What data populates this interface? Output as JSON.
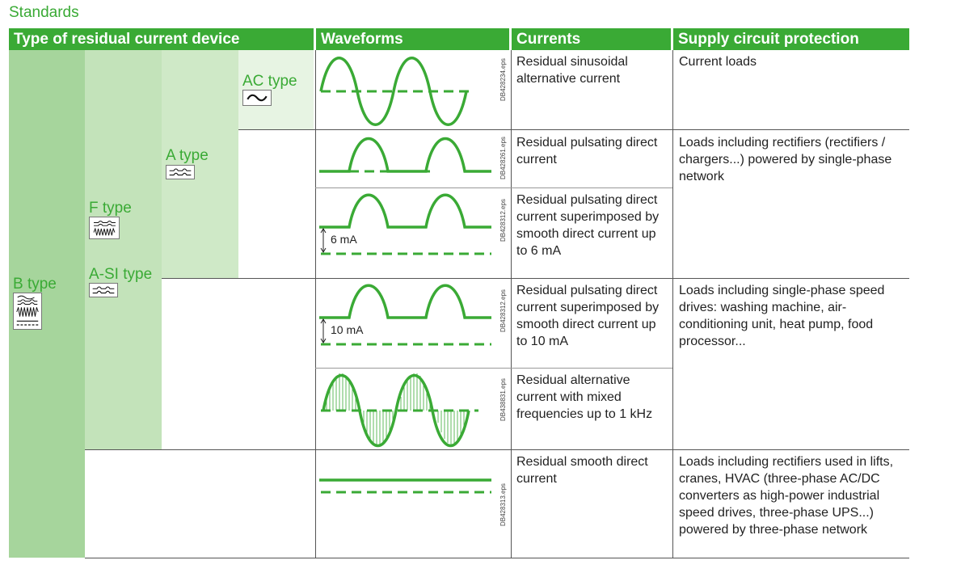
{
  "title": "Standards",
  "headers": {
    "device": "Type of residual current device",
    "waveforms": "Waveforms",
    "currents": "Currents",
    "protection": "Supply circuit protection"
  },
  "types": {
    "ac": "AC type",
    "a": "A type",
    "f": "F type",
    "asi": "A-SI type",
    "b": "B type"
  },
  "rows": [
    {
      "current": "Residual sinusoidal alternative current",
      "eps": "DB428234.eps"
    },
    {
      "current": "Residual pulsating direct current",
      "eps": "DB428261.eps"
    },
    {
      "current": "Residual pulsating direct current superimposed by smooth direct current up to 6 mA",
      "eps": "DB428312.eps",
      "marker": "6 mA"
    },
    {
      "current": "Residual pulsating direct current superimposed by smooth direct current up to 10 mA",
      "eps": "DB428312.eps",
      "marker": "10 mA"
    },
    {
      "current": "Residual alternative current with mixed frequencies up to 1 kHz",
      "eps": "DB438831.eps"
    },
    {
      "current": "Residual smooth direct current",
      "eps": "DB428313.eps"
    }
  ],
  "protection": {
    "p1": "Current loads",
    "p2": "Loads including rectifiers (rectifiers / chargers...) powered by single-phase network",
    "p3": "Loads including single-phase speed drives: washing machine, air-conditioning unit, heat pump, food processor...",
    "p4": "Loads including rectifiers used in lifts, cranes, HVAC (three-phase AC/DC converters as high-power industrial speed drives, three-phase UPS...) powered by three-phase network"
  },
  "colors": {
    "green": "#3aaa35",
    "band_b": "#a6d59c",
    "band_f": "#c3e3ba",
    "band_a": "#cfe9c7",
    "band_ac": "#e7f4e3"
  },
  "icons": {
    "ac": "sine-symbol-icon",
    "a": "pulsating-symbol-icon",
    "f": "mixed-frequency-symbol-icon",
    "asi": "pulsating-symbol-icon",
    "b": "smooth-dc-symbol-icon"
  }
}
